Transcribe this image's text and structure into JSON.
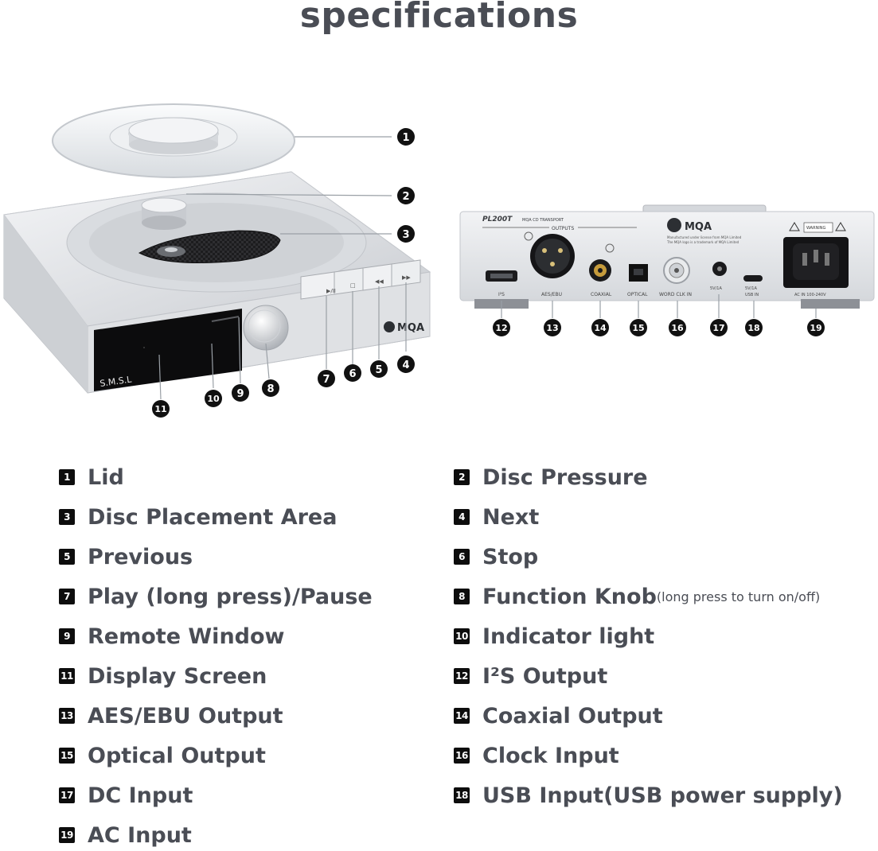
{
  "title": "specifications",
  "front_device": {
    "brand": "S.M.S.L",
    "logo": "MQA",
    "buttons": [
      "▶/II",
      "□",
      "◀◀",
      "▶▶"
    ]
  },
  "rear_device": {
    "model": "PL200T",
    "subtitle": "MQA CD TRANSPORT",
    "logo": "MQA",
    "outputs_label": "OUTPUTS",
    "warning_label": "WARNING",
    "mqa_notice_1": "Manufactured under license from MQA Limited",
    "mqa_notice_2": "The MQA logo is a trademark of MQA Limited",
    "ports": {
      "i2s": "I²S",
      "aes": "AES/EBU",
      "coaxial": "COAXIAL",
      "optical": "OPTICAL",
      "word_clk": "WORD CLK IN",
      "dc": "5V/1A",
      "usb_rating": "5V/1A",
      "usb": "USB IN",
      "ac": "AC IN 100-240V"
    }
  },
  "callouts": [
    "1",
    "2",
    "3",
    "4",
    "5",
    "6",
    "7",
    "8",
    "9",
    "10",
    "11",
    "12",
    "13",
    "14",
    "15",
    "16",
    "17",
    "18",
    "19"
  ],
  "legend": [
    {
      "num": "1",
      "label": "Lid"
    },
    {
      "num": "2",
      "label": "Disc Pressure"
    },
    {
      "num": "3",
      "label": "Disc Placement Area"
    },
    {
      "num": "4",
      "label": "Next"
    },
    {
      "num": "5",
      "label": "Previous"
    },
    {
      "num": "6",
      "label": "Stop"
    },
    {
      "num": "7",
      "label": "Play (long press)/Pause"
    },
    {
      "num": "8",
      "label": "Function Knob",
      "note": "(long press to turn on/off)"
    },
    {
      "num": "9",
      "label": "Remote Window"
    },
    {
      "num": "10",
      "label": "Indicator light"
    },
    {
      "num": "11",
      "label": "Display Screen"
    },
    {
      "num": "12",
      "label": "I²S Output"
    },
    {
      "num": "13",
      "label": "AES/EBU Output"
    },
    {
      "num": "14",
      "label": "Coaxial Output"
    },
    {
      "num": "15",
      "label": "Optical Output"
    },
    {
      "num": "16",
      "label": "Clock Input"
    },
    {
      "num": "17",
      "label": "DC Input"
    },
    {
      "num": "18",
      "label": "USB Input(USB power supply)"
    },
    {
      "num": "19",
      "label": "AC Input"
    }
  ]
}
